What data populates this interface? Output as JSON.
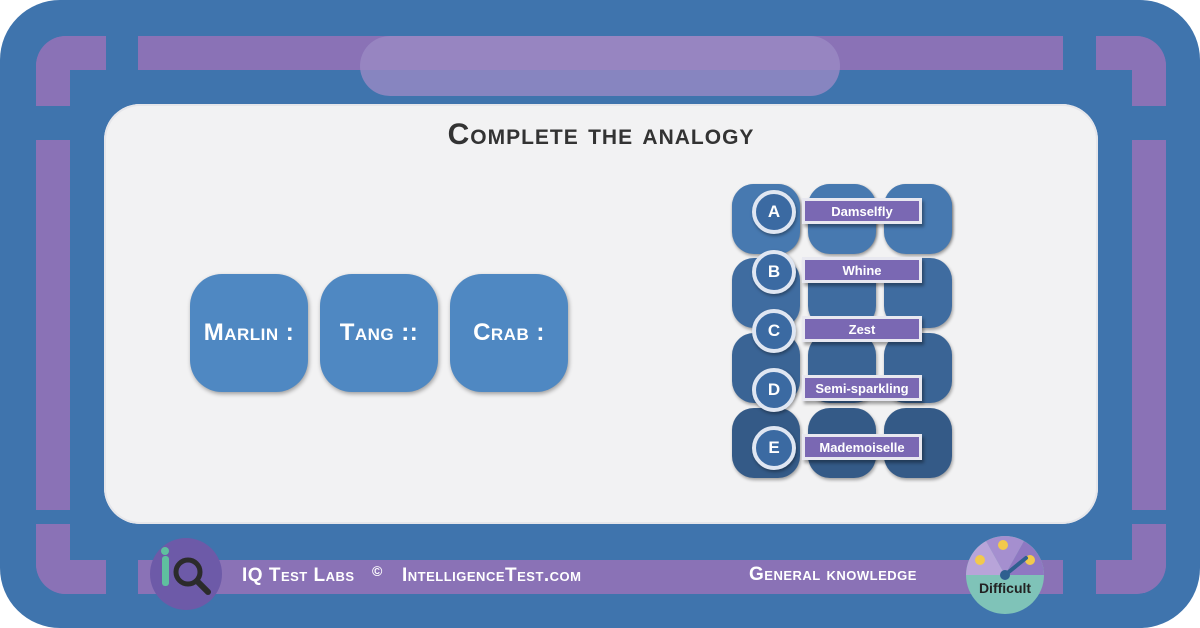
{
  "title": "Complete the analogy",
  "terms": [
    "Marlin :",
    "Tang ::",
    "Crab :"
  ],
  "options": [
    {
      "letter": "A",
      "label": "Damselfly"
    },
    {
      "letter": "B",
      "label": "Whine"
    },
    {
      "letter": "C",
      "label": "Zest"
    },
    {
      "letter": "D",
      "label": "Semi-sparkling"
    },
    {
      "letter": "E",
      "label": "Mademoiselle"
    }
  ],
  "footer": {
    "brand": "IQ Test Labs",
    "copyright": "©",
    "site": "IntelligenceTest.com",
    "category": "General knowledge",
    "difficulty": "Difficult"
  },
  "icons": {
    "logo": "iq-magnifier-logo-icon",
    "difficulty": "difficulty-gauge-icon"
  },
  "colors": {
    "frame": "#3f74ad",
    "accent": "#8a72b6",
    "tile": "#4f88c2",
    "option_label": "#7a68b3",
    "panel": "#f2f2f3"
  }
}
